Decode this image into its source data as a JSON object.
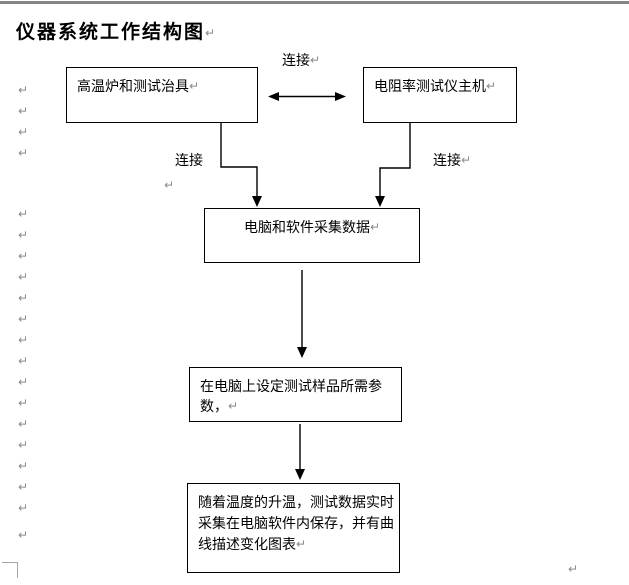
{
  "chars": {
    "pilcrow": "↵"
  },
  "document": {
    "title": "仪器系统工作结构图"
  },
  "flowchart": {
    "furnace_box_label": "高温炉和测试治具",
    "tester_box_label": "电阻率测试仪主机",
    "computer_box_label": "电脑和软件采集数据",
    "params_box_lines": [
      "在电脑上设定测试样品所需参",
      "数，"
    ],
    "monitor_box_lines": [
      "随着温度的升温，测试数据实时",
      "采集在电脑软件内保存，并有曲",
      "线描述变化图表"
    ],
    "connect_label_top": "连接",
    "connect_label_left": "连接",
    "connect_label_right": "连接"
  },
  "colors": {
    "line": "#000000",
    "page_top_border": "#848484",
    "formatting_mark": "#8a8a8a"
  }
}
